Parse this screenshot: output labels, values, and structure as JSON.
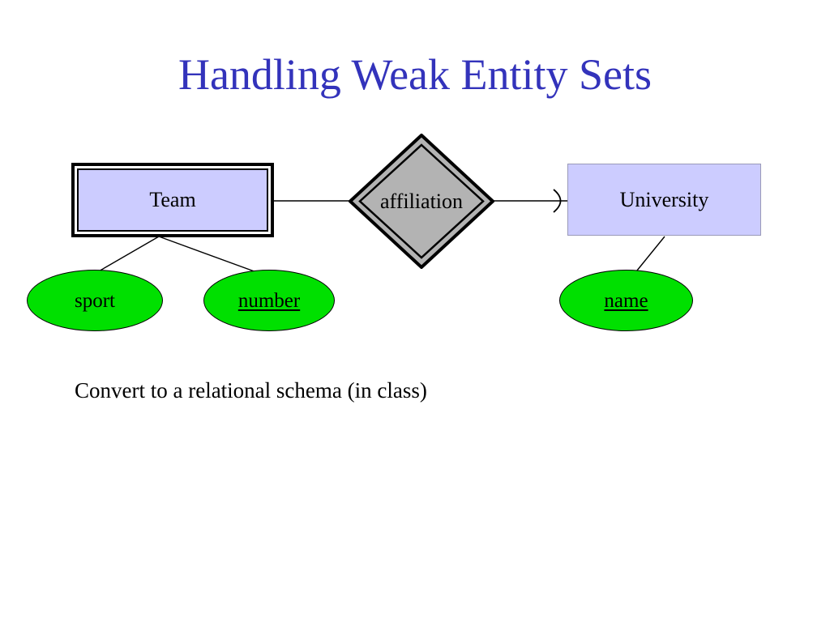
{
  "slide": {
    "title": "Handling Weak Entity Sets",
    "caption": "Convert to a relational schema (in class)",
    "background_color": "#ffffff",
    "title_color": "#3333bb"
  },
  "palette": {
    "entity_fill": "#ccccff",
    "relationship_fill": "#b3b3b3",
    "attribute_fill": "#00e000",
    "line_color": "#000000",
    "title_blue": "#3333bb"
  },
  "diagram": {
    "type": "er-diagram",
    "entities": [
      {
        "id": "team",
        "label": "Team",
        "kind": "weak-entity",
        "border": "double",
        "fill": "#ccccff"
      },
      {
        "id": "university",
        "label": "University",
        "kind": "strong-entity",
        "border": "single",
        "fill": "#ccccff"
      }
    ],
    "relationships": [
      {
        "id": "affiliation",
        "label": "affiliation",
        "kind": "identifying-relationship",
        "shape": "double-diamond",
        "fill": "#b3b3b3",
        "from": "Team",
        "to": "University",
        "arrow_to": "University"
      }
    ],
    "attributes": [
      {
        "id": "sport",
        "label": "sport",
        "owner": "Team",
        "underlined": false,
        "role": "attribute"
      },
      {
        "id": "number",
        "label": "number",
        "owner": "Team",
        "underlined": true,
        "role": "discriminator"
      },
      {
        "id": "name",
        "label": "name",
        "owner": "University",
        "underlined": true,
        "role": "primary-key"
      }
    ]
  }
}
